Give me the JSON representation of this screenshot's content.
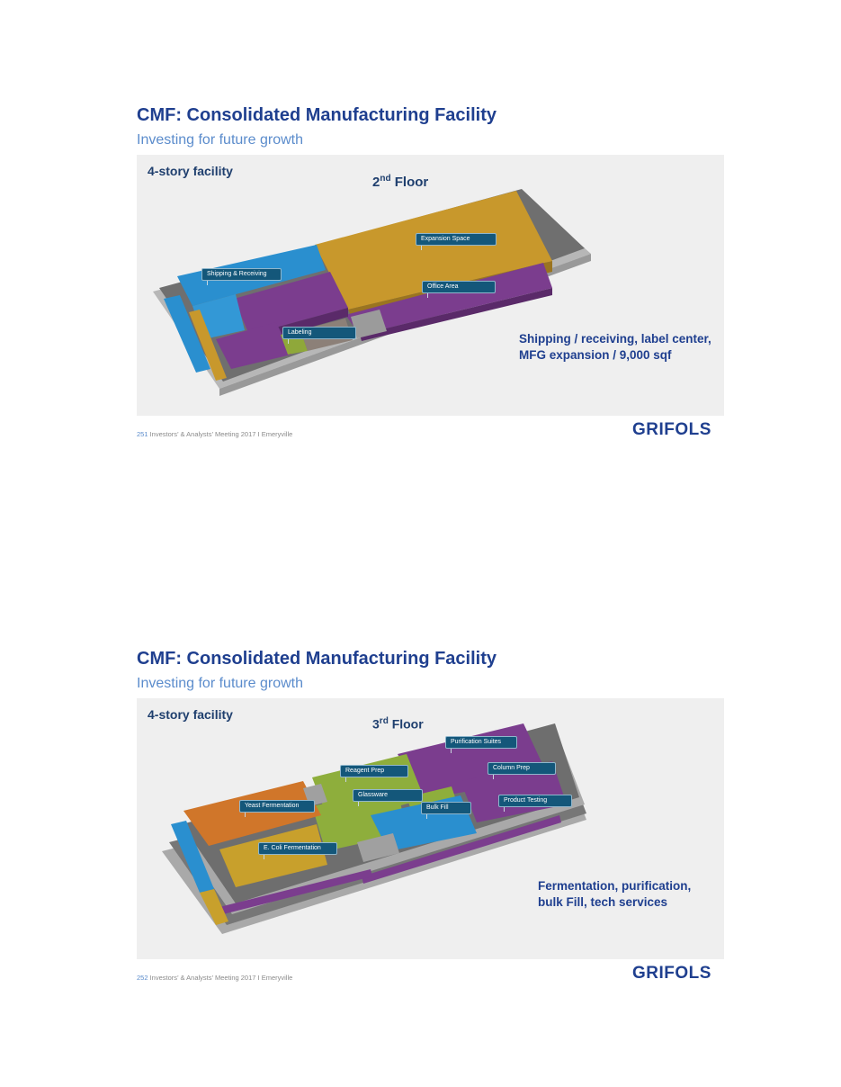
{
  "slides": [
    {
      "title": "CMF: Consolidated Manufacturing Facility",
      "subtitle": "Investing for future growth",
      "panel_tag": "4-story facility",
      "floor_number": "2",
      "floor_suffix": "nd",
      "floor_word": "Floor",
      "room_labels": [
        "Expansion Space",
        "Shipping & Receiving",
        "Office Area",
        "Labeling"
      ],
      "callout_lines": [
        "Shipping / receiving, label center,",
        "MFG expansion / 9,000 sqf"
      ],
      "page_number": "251",
      "footer_text": " Investors’ & Analysts’ Meeting 2017 I Emeryville",
      "logo": "GRIFOLS"
    },
    {
      "title": "CMF: Consolidated Manufacturing Facility",
      "subtitle": "Investing for future growth",
      "panel_tag": "4-story facility",
      "floor_number": "3",
      "floor_suffix": "rd",
      "floor_word": "Floor",
      "room_labels": [
        "Purification Suites",
        "Reagent Prep",
        "Column Prep",
        "Glassware",
        "Product Testing",
        "Yeast Fermentation",
        "Bulk Fill",
        "E. Coli Fermentation"
      ],
      "callout_lines": [
        "Fermentation, purification,",
        "bulk Fill, tech services"
      ],
      "page_number": "252",
      "footer_text": " Investors’ & Analysts’ Meeting 2017 I Emeryville",
      "logo": "GRIFOLS"
    }
  ],
  "colors": {
    "title": "#1f3f8f",
    "subtitle": "#5b8ccc",
    "panel_bg": "#efefef",
    "label_bg": "#14577a",
    "expansion": "#c8982c",
    "office": "#7b3d8e",
    "shipping": "#2a8fcf",
    "labeling": "#8fa83a",
    "fermentation": "#d0762a",
    "reagent": "#8eae3c"
  }
}
